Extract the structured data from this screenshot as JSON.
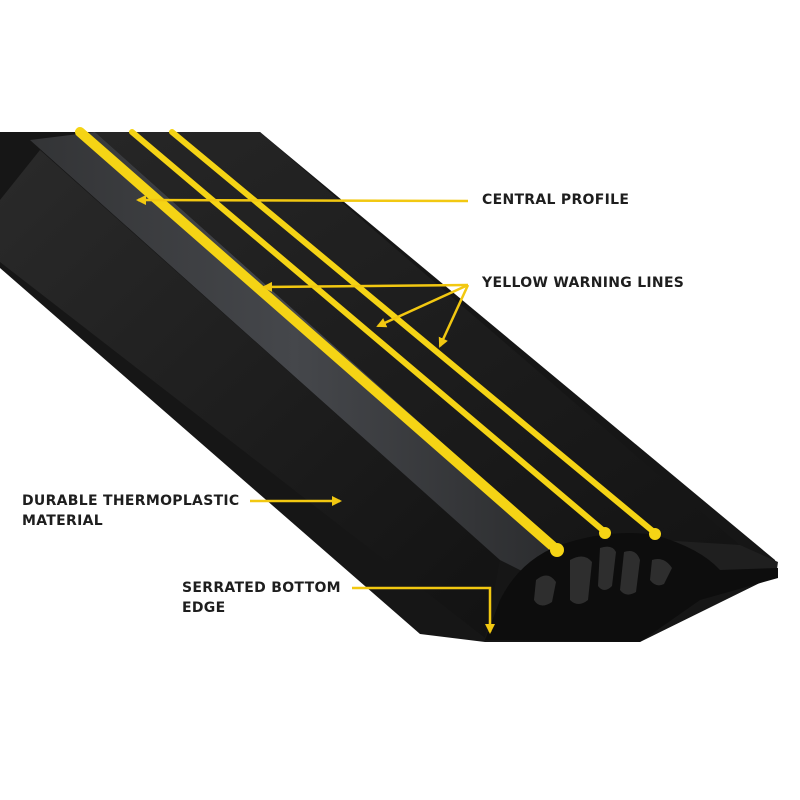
{
  "labels": {
    "central_profile": "CENTRAL PROFILE",
    "yellow_warning_lines": "YELLOW WARNING LINES",
    "durable_line1": "DURABLE THERMOPLASTIC",
    "durable_line2": "MATERIAL",
    "serrated_line1": "SERRATED BOTTOM",
    "serrated_line2": "EDGE"
  },
  "colors": {
    "background": "#ffffff",
    "strip_black": "#1c1c1c",
    "warning_yellow": "#f5d415",
    "arrow_yellow": "#f2c811",
    "label_text": "#1e1e1e"
  }
}
